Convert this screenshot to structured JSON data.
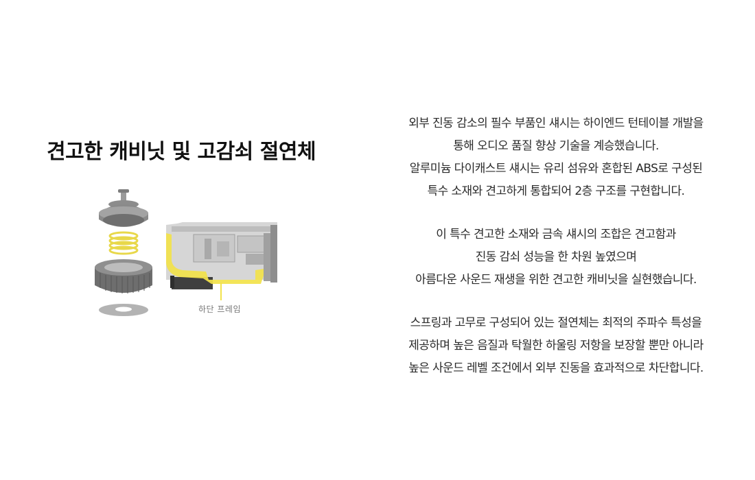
{
  "section": {
    "title": "견고한 캐비닛 및 고감쇠 절연체",
    "diagram_callout": "하단 프레임"
  },
  "paragraphs": [
    {
      "lines": [
        "외부 진동 감소의 필수 부품인 섀시는 하이엔드 턴테이블 개발을",
        "통해 오디오 품질 향상 기술을 계승했습니다.",
        "알루미늄 다이캐스트 섀시는 유리 섬유와 혼합된 ABS로 구성된",
        "특수 소재와 견고하게 통합되어 2층 구조를 구현합니다."
      ]
    },
    {
      "lines": [
        "이 특수 견고한 소재와 금속 섀시의 조합은 견고함과",
        "진동 감쇠 성능을 한 차원 높였으며",
        "아름다운 사운드 재생을 위한 견고한 캐비닛을 실현했습니다."
      ]
    },
    {
      "lines": [
        "스프링과 고무로 구성되어 있는 절연체는 최적의 주파수 특성을",
        "제공하며 높은 음질과 탁월한 하울링 저항을 보장할 뿐만 아니라",
        "높은 사운드 레벨 조건에서 외부 진동을 효과적으로 차단합니다."
      ]
    }
  ],
  "colors": {
    "highlight_frame": "#f2e24a",
    "metal_gray": "#8c8c8c",
    "spring_yellow": "#e8d84a"
  }
}
